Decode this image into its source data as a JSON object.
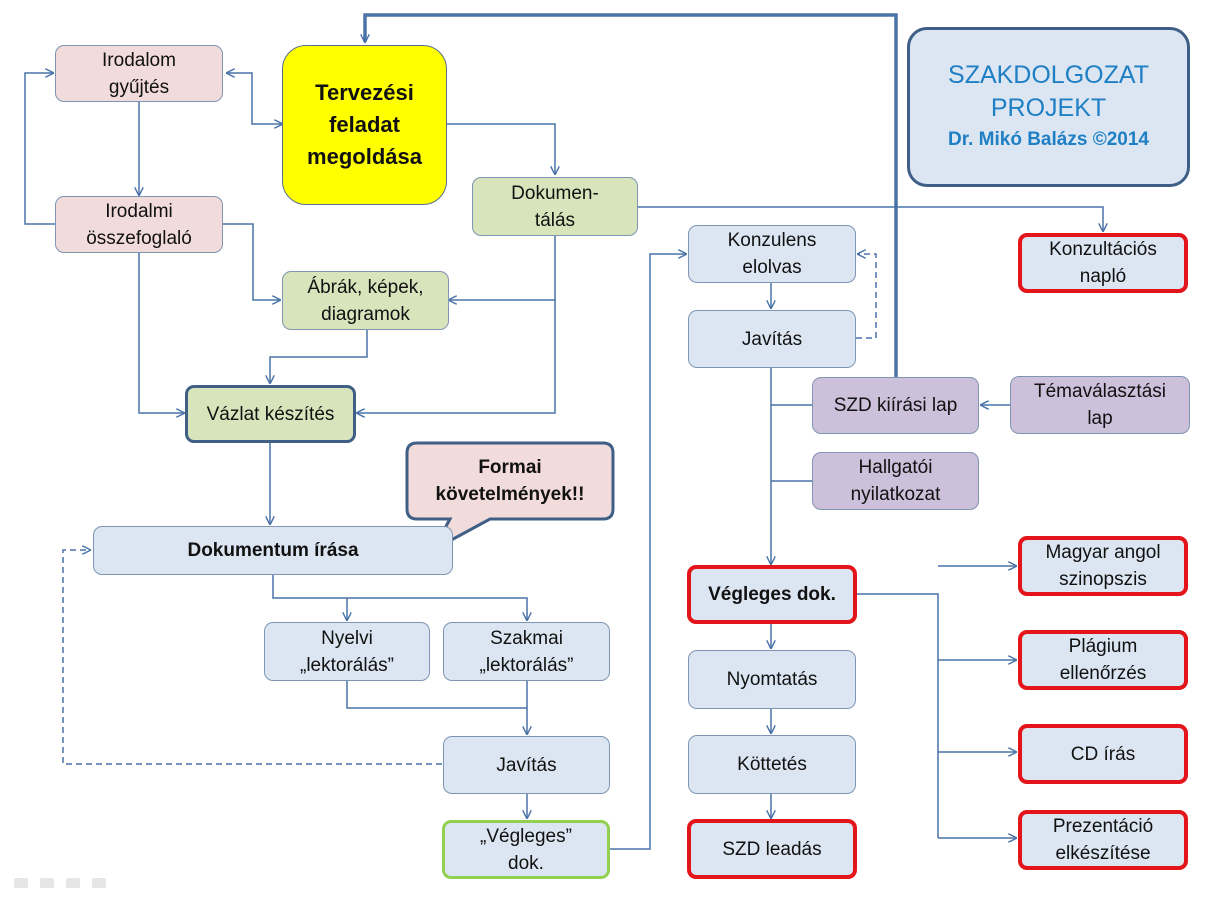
{
  "title": {
    "line1": "SZAKDOLGOZAT",
    "line2": "PROJEKT",
    "author": "Dr. Mikó Balázs ©2014"
  },
  "colors": {
    "connector": "#4a73a8",
    "accent_border": "#e3141a",
    "title_text": "#1f7fc4",
    "highlight": "#ffff00"
  },
  "nodes": {
    "irodalom_gyujtes": [
      "Irodalom",
      "gyűjtés"
    ],
    "tervezesi_feladat": [
      "Tervezési",
      "feladat",
      "megoldása"
    ],
    "irodalmi_osszefoglalo": [
      "Irodalmi",
      "összefoglaló"
    ],
    "dokumentalas": [
      "Dokumen-",
      "tálás"
    ],
    "konzultacios_naplo": [
      "Konzultációs",
      "napló"
    ],
    "konzulens_elolvas": [
      "Konzulens",
      "elolvas"
    ],
    "abrak_kepek": [
      "Ábrák, képek,",
      "diagramok"
    ],
    "javitas_right": [
      "Javítás"
    ],
    "szd_kiirasi_lap": [
      "SZD kiírási lap"
    ],
    "temavalasztasi_lap": [
      "Témaválasztási",
      "lap"
    ],
    "vazlat_keszites": [
      "Vázlat készítés"
    ],
    "formai_kovetelmenyek": [
      "Formai",
      "követelmények!!"
    ],
    "hallgatoi_nyilatkozat": [
      "Hallgatói",
      "nyilatkozat"
    ],
    "dokumentum_irasa": [
      "Dokumentum írása"
    ],
    "vegleges_dok": [
      "Végleges dok."
    ],
    "magyar_angol_szinopszis": [
      "Magyar angol",
      "szinopszis"
    ],
    "nyelvi_lektoralas": [
      "Nyelvi",
      "„lektorálás”"
    ],
    "szakmai_lektoralas": [
      "Szakmai",
      "„lektorálás”"
    ],
    "plagium_ellenorzes": [
      "Plágium",
      "ellenőrzés"
    ],
    "nyomtatas": [
      "Nyomtatás"
    ],
    "javitas_left": [
      "Javítás"
    ],
    "cd_iras": [
      "CD írás"
    ],
    "kottetes": [
      "Köttetés"
    ],
    "vegleges_quoted": [
      "„Végleges”",
      "dok."
    ],
    "szd_leadas": [
      "SZD leadás"
    ],
    "prezentacio": [
      "Prezentáció",
      "elkészítése"
    ]
  }
}
